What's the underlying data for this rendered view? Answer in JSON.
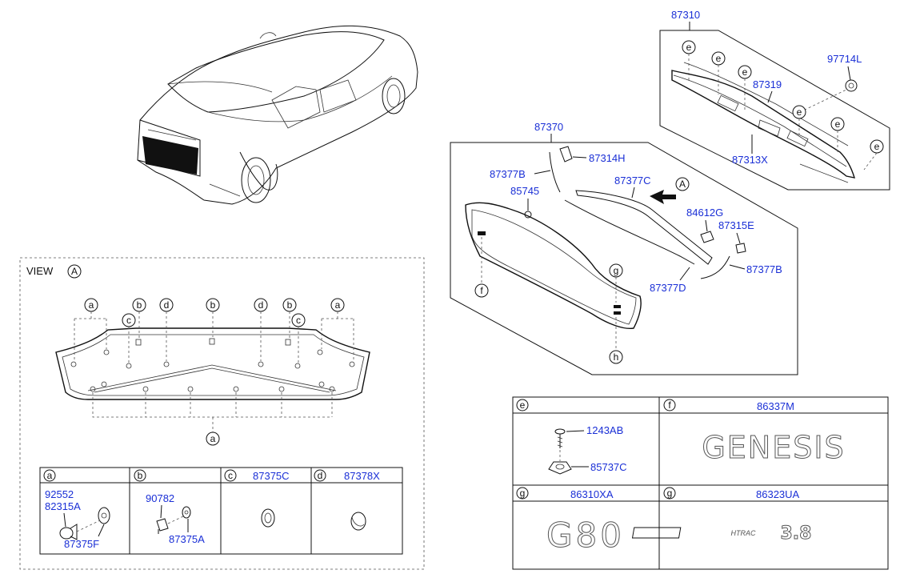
{
  "view_label": "VIEW",
  "view_ref": "A",
  "arrow_ref": "A",
  "parts": {
    "p87310": "87310",
    "p97714L": "97714L",
    "p87319": "87319",
    "p87313X": "87313X",
    "p87370": "87370",
    "p87314H": "87314H",
    "p87377B_top": "87377B",
    "p87377C": "87377C",
    "p85745": "85745",
    "p84612G": "84612G",
    "p87315E": "87315E",
    "p87377B_right": "87377B",
    "p87377D": "87377D"
  },
  "callouts": {
    "a": "a",
    "b": "b",
    "c": "c",
    "d": "d",
    "e": "e",
    "f": "f",
    "g": "g",
    "h": "h"
  },
  "legend_left": [
    {
      "key": "a",
      "parts": [
        "92552",
        "82315A",
        "87375F"
      ]
    },
    {
      "key": "b",
      "parts": [
        "90782",
        "87375A"
      ]
    },
    {
      "key": "c",
      "title": "87375C"
    },
    {
      "key": "d",
      "title": "87378X"
    }
  ],
  "legend_right": {
    "e": {
      "key": "e",
      "parts": [
        "1243AB",
        "85737C"
      ]
    },
    "f": {
      "key": "f",
      "title": "86337M",
      "emblem": "GENESIS"
    },
    "g1": {
      "key": "g",
      "title": "86310XA",
      "emblem": "G80"
    },
    "g2": {
      "key": "g",
      "title": "86323UA",
      "emblem_small": "HTRAC",
      "emblem_num": "3.8"
    }
  }
}
